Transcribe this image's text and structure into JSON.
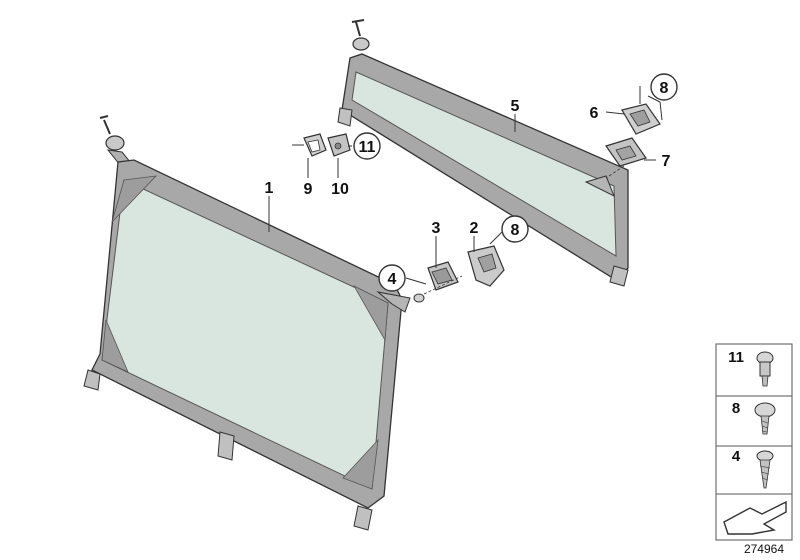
{
  "callouts": {
    "c1": "1",
    "c2": "2",
    "c3": "3",
    "c4": "4",
    "c5": "5",
    "c6": "6",
    "c7": "7",
    "c8a": "8",
    "c8b": "8",
    "c9": "9",
    "c10": "10",
    "c11": "11"
  },
  "legend": {
    "row1": "11",
    "row2": "8",
    "row3": "4"
  },
  "catalog_number": "274964",
  "colors": {
    "frame": "#a8a8a8",
    "frame_dark": "#8c8c8c",
    "net": "#d9e6df",
    "outline": "#333333"
  }
}
